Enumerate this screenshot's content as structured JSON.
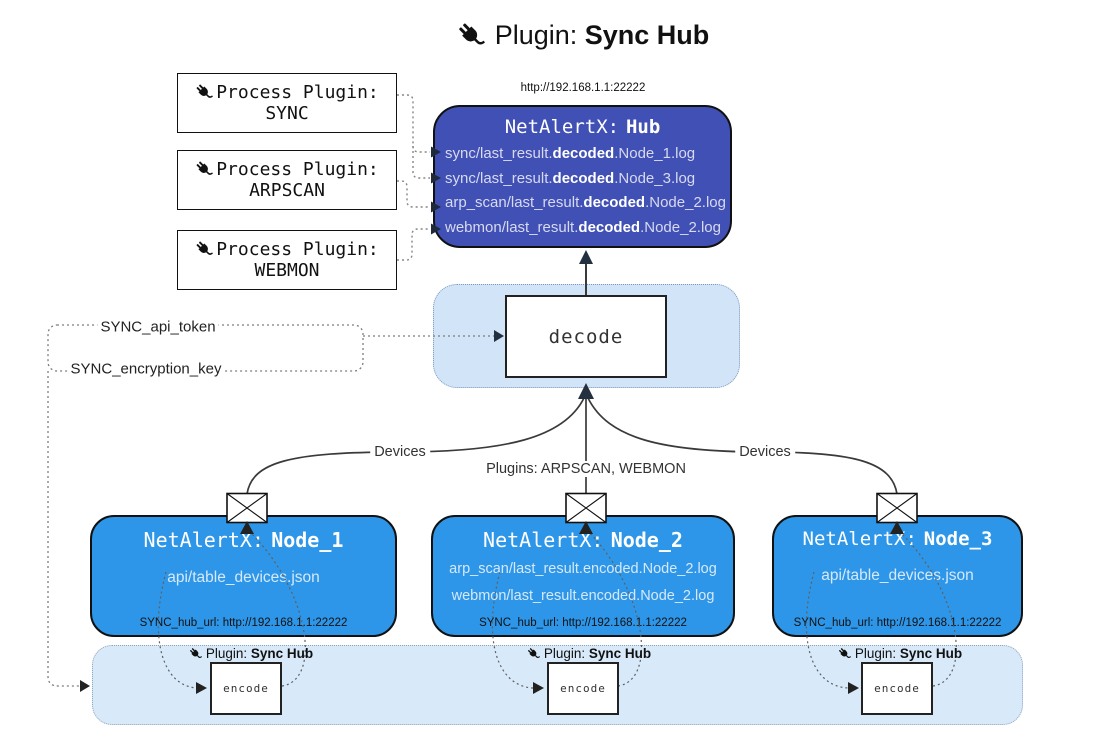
{
  "title": {
    "icon": "plug-icon",
    "prefix": "Plugin:",
    "name": "Sync Hub"
  },
  "hub": {
    "url": "http://192.168.1.1:22222",
    "name_prefix": "NetAlertX:",
    "name": "Hub",
    "lines": [
      {
        "pre": "sync/last_result.",
        "bold": "decoded",
        "post": ".Node_1.log"
      },
      {
        "pre": "sync/last_result.",
        "bold": "decoded",
        "post": ".Node_3.log"
      },
      {
        "pre": "arp_scan/last_result.",
        "bold": "decoded",
        "post": ".Node_2.log"
      },
      {
        "pre": "webmon/last_result.",
        "bold": "decoded",
        "post": ".Node_2.log"
      }
    ]
  },
  "process_plugins": [
    {
      "label": "Process Plugin:",
      "name": "SYNC"
    },
    {
      "label": "Process Plugin:",
      "name": "ARPSCAN"
    },
    {
      "label": "Process Plugin:",
      "name": "WEBMON"
    }
  ],
  "decode": {
    "label": "decode"
  },
  "tokens": {
    "api_token": "SYNC_api_token",
    "encryption_key": "SYNC_encryption_key"
  },
  "edges": {
    "left": "Devices",
    "middle": "Plugins: ARPSCAN, WEBMON",
    "right": "Devices"
  },
  "nodes": [
    {
      "name_prefix": "NetAlertX:",
      "name": "Node_1",
      "files": [
        "api/table_devices.json"
      ],
      "hub_url": "SYNC_hub_url: http://192.168.1.1:22222"
    },
    {
      "name_prefix": "NetAlertX:",
      "name": "Node_2",
      "files": [
        "arp_scan/last_result.encoded.Node_2.log",
        "webmon/last_result.encoded.Node_2.log"
      ],
      "hub_url": "SYNC_hub_url: http://192.168.1.1:22222"
    },
    {
      "name_prefix": "NetAlertX:",
      "name": "Node_3",
      "files": [
        "api/table_devices.json"
      ],
      "hub_url": "SYNC_hub_url: http://192.168.1.1:22222"
    }
  ],
  "encoders": [
    {
      "label_prefix": "Plugin:",
      "label_name": "Sync Hub",
      "box_label": "encode"
    },
    {
      "label_prefix": "Plugin:",
      "label_name": "Sync Hub",
      "box_label": "encode"
    },
    {
      "label_prefix": "Plugin:",
      "label_name": "Sync Hub",
      "box_label": "encode"
    }
  ],
  "colors": {
    "hub-fill": "#4150b4",
    "node-fill": "#2e96e8",
    "panel-fill": "#d2e4f8",
    "bar-fill": "#d8e9fa",
    "panel-border": "#7e99b8",
    "line": "#3a3a3a",
    "dotted": "#828282",
    "arrow-dark": "#22303f"
  }
}
